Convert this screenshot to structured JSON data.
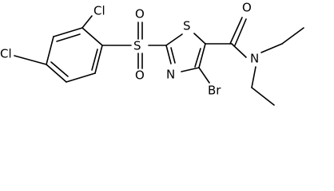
{
  "molecule": {
    "atoms": {
      "cl_ortho": "Cl",
      "cl_para": "Cl",
      "sulfonyl_s": "S",
      "sulfonyl_o1": "O",
      "sulfonyl_o2": "O",
      "ring_s": "S",
      "ring_n": "N",
      "br": "Br",
      "carbonyl_o": "O",
      "amide_n": "N"
    },
    "colors": {
      "bond": "#000000",
      "label": "#000000",
      "background": "#ffffff"
    }
  }
}
